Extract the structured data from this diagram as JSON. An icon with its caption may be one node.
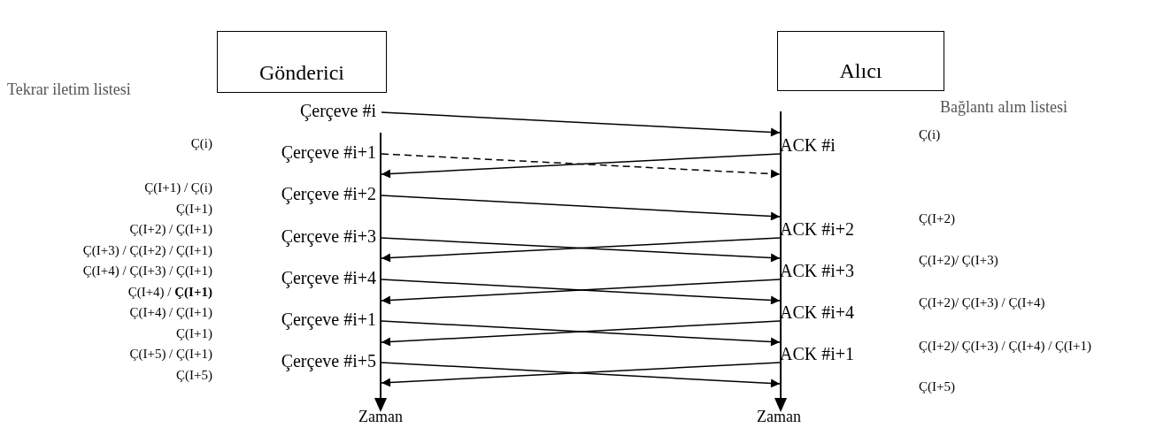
{
  "diagram": {
    "nodes": [
      {
        "text": [
          "Gönderici"
        ]
      },
      {
        "text": [
          "Alıcı"
        ]
      },
      {
        "text": [],
        "shape": "line"
      },
      {
        "text": [],
        "shape": "line"
      }
    ],
    "edges": [
      {
        "from": 2,
        "to": 3,
        "arrow": "to",
        "label": "Çerçeve #i"
      },
      {
        "from": 2,
        "to": 3,
        "arrow": "to",
        "label": "Çerçeve #i+1",
        "style": "dashed"
      },
      {
        "from": 3,
        "to": 2,
        "arrow": "to",
        "label": "ACK #i"
      },
      {
        "from": 2,
        "to": 3,
        "arrow": "to",
        "label": "Çerçeve #i+2"
      },
      {
        "from": 2,
        "to": 3,
        "arrow": "to",
        "label": "Çerçeve #i+3"
      },
      {
        "from": 3,
        "to": 2,
        "arrow": "to",
        "label": "ACK #i+2"
      },
      {
        "from": 2,
        "to": 3,
        "arrow": "to",
        "label": "Çerçeve #i+4"
      },
      {
        "from": 3,
        "to": 2,
        "arrow": "to",
        "label": "ACK #i+3"
      },
      {
        "from": 2,
        "to": 3,
        "arrow": "to",
        "label": "Çerçeve #i+1"
      },
      {
        "from": 3,
        "to": 2,
        "arrow": "to",
        "label": "ACK #i+4"
      },
      {
        "from": 2,
        "to": 3,
        "arrow": "to",
        "label": "Çerçeve #i+5"
      },
      {
        "from": 3,
        "to": 2,
        "arrow": "to",
        "label": "ACK #i+1"
      }
    ],
    "labels": [
      "Tekrar iletim listesi",
      "Bağlantı alım listesi",
      "Ç(i)",
      "Ç(i)",
      "Ç(I+1) / Ç(i)",
      "Ç(I+1)",
      "Ç(I+2) / Ç(I+1)",
      "Ç(I+2)",
      "Ç(I+3) / Ç(I+2) / Ç(I+1)",
      "Ç(I+4) / Ç(I+3) / Ç(I+1)",
      "Ç(I+2)/ Ç(I+3)",
      "Ç(I+4) / **Ç(I+1)**",
      "Ç(I+4) / Ç(I+1)",
      "Ç(I+2)/ Ç(I+3) / Ç(I+4)",
      "Ç(I+1)",
      "Ç(I+5) / Ç(I+1)",
      "Ç(I+2)/ Ç(I+3) / Ç(I+4) / Ç(I+1)",
      "Ç(I+5)",
      "Ç(I+5)",
      "Zaman",
      "Zaman"
    ]
  }
}
